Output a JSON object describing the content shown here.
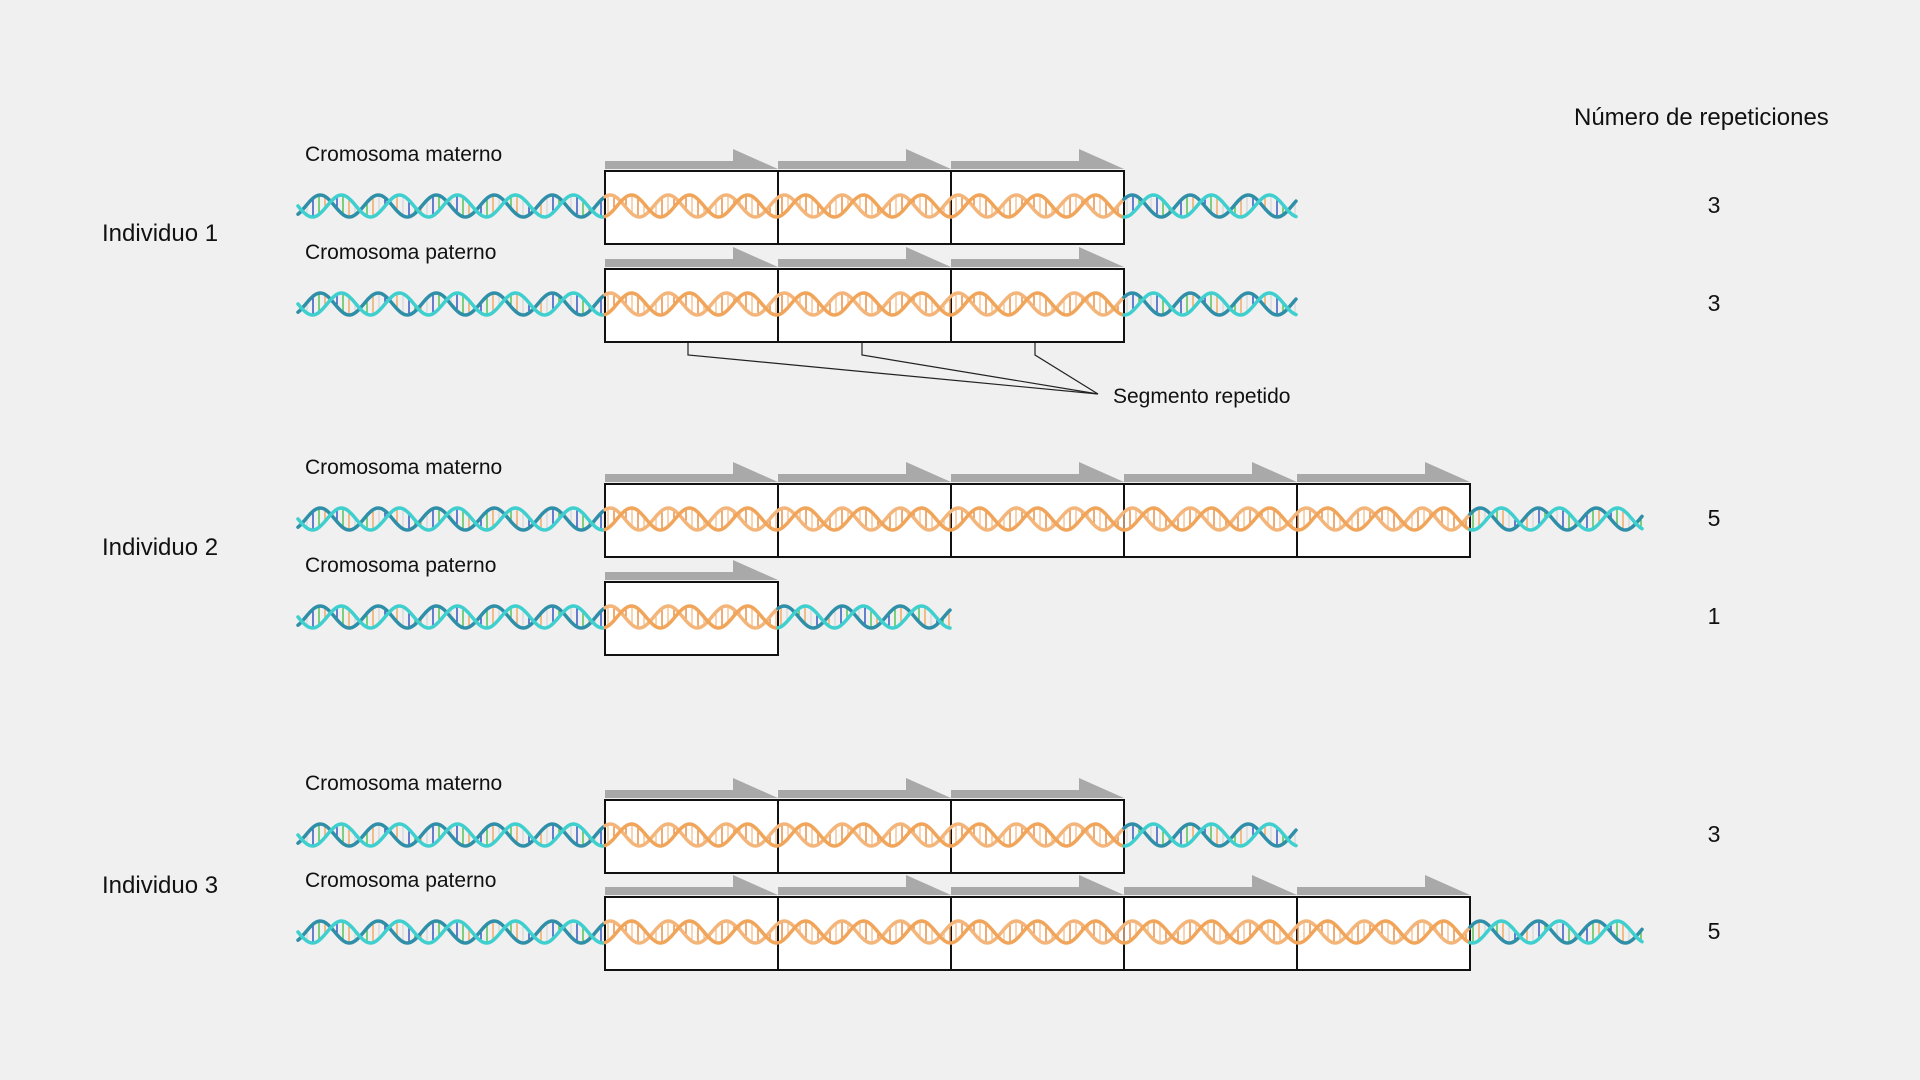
{
  "header": "Número de repeticiones",
  "segment_label": "Segmento repetido",
  "colors": {
    "repeat": "#f0a55a",
    "flank_a": "#3fcfcf",
    "flank_b": "#2f8fa8",
    "arrow": "#a9a9aa",
    "box": "#ffffff"
  },
  "individuals": [
    {
      "label": "Individuo 1",
      "chromosomes": [
        {
          "label": "Cromosoma materno",
          "repeats": 3
        },
        {
          "label": "Cromosoma paterno",
          "repeats": 3
        }
      ]
    },
    {
      "label": "Individuo 2",
      "chromosomes": [
        {
          "label": "Cromosoma materno",
          "repeats": 5
        },
        {
          "label": "Cromosoma paterno",
          "repeats": 1
        }
      ]
    },
    {
      "label": "Individuo 3",
      "chromosomes": [
        {
          "label": "Cromosoma materno",
          "repeats": 3
        },
        {
          "label": "Cromosoma paterno",
          "repeats": 5
        }
      ]
    }
  ]
}
